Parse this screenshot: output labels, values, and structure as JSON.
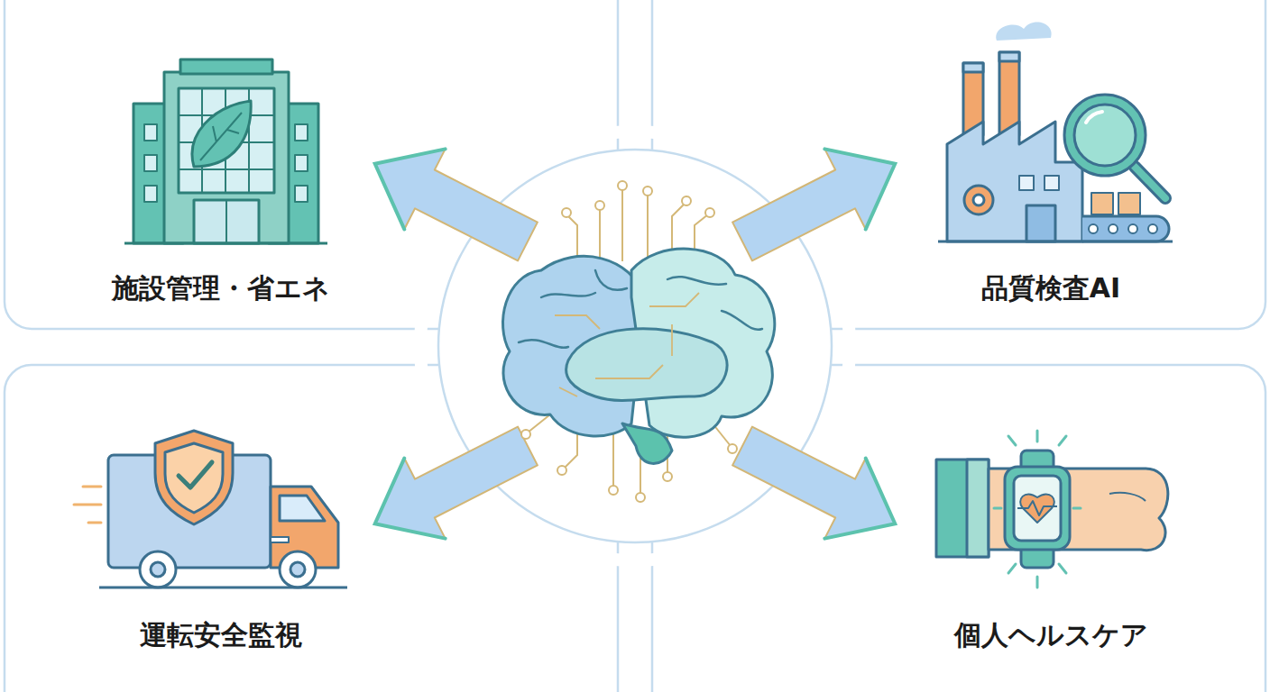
{
  "diagram": {
    "nodes": [
      {
        "text": [
          "施設管理・省エネ"
        ]
      },
      {
        "text": [
          "品質検査AI"
        ]
      },
      {
        "text": [
          "運転安全監視"
        ]
      },
      {
        "text": [
          "個人ヘルスケア"
        ]
      }
    ]
  }
}
